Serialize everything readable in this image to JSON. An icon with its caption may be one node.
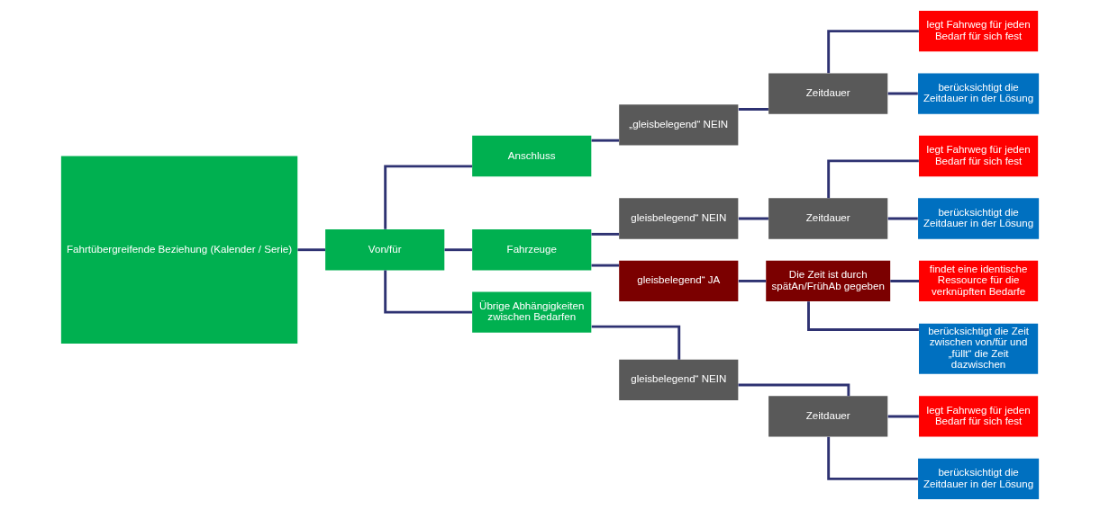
{
  "diagram": {
    "nodes": [
      {
        "text": [
          "Fahrtübergreifende Beziehung (Kalender / Serie)"
        ]
      },
      {
        "text": [
          "Von/für"
        ]
      },
      {
        "text": [
          "Anschluss"
        ]
      },
      {
        "text": [
          "Fahrzeuge"
        ]
      },
      {
        "text": [
          "Übrige Abhängigkeiten zwischen Bedarfen"
        ]
      },
      {
        "text": [
          "„gleisbelegend“ NEIN"
        ]
      },
      {
        "text": [
          "Zeitdauer"
        ]
      },
      {
        "text": [
          "legt Fahrweg für jeden Bedarf für sich fest"
        ]
      },
      {
        "text": [
          "berücksichtigt die Zeitdauer in der Lösung"
        ]
      },
      {
        "text": [
          "gleisbelegend“ NEIN"
        ]
      },
      {
        "text": [
          "Zeitdauer"
        ]
      },
      {
        "text": [
          "legt Fahrweg für jeden Bedarf für sich fest"
        ]
      },
      {
        "text": [
          "berücksichtigt die Zeitdauer in der Lösung"
        ]
      },
      {
        "text": [
          "gleisbelegend“ JA"
        ]
      },
      {
        "text": [
          "Die Zeit ist durch spätAn/FrühAb gegeben"
        ]
      },
      {
        "text": [
          "findet eine identische Ressource für die verknüpften Bedarfe"
        ]
      },
      {
        "text": [
          "berücksichtigt die Zeit zwischen von/für und „füllt“ die Zeit dazwischen"
        ]
      },
      {
        "text": [
          "gleisbelegend“ NEIN"
        ]
      },
      {
        "text": [
          "Zeitdauer"
        ]
      },
      {
        "text": [
          "legt Fahrweg für jeden Bedarf für sich fest"
        ]
      },
      {
        "text": [
          "berücksichtigt die Zeitdauer in der Lösung"
        ]
      }
    ],
    "edges": [
      {
        "from": 0,
        "to": 1,
        "arrow": "none"
      },
      {
        "from": 1,
        "to": 2,
        "arrow": "none"
      },
      {
        "from": 1,
        "to": 3,
        "arrow": "none"
      },
      {
        "from": 1,
        "to": 4,
        "arrow": "none"
      },
      {
        "from": 2,
        "to": 5,
        "arrow": "none"
      },
      {
        "from": 5,
        "to": 6,
        "arrow": "none"
      },
      {
        "from": 6,
        "to": 7,
        "arrow": "none"
      },
      {
        "from": 6,
        "to": 8,
        "arrow": "none"
      },
      {
        "from": 3,
        "to": 9,
        "arrow": "none"
      },
      {
        "from": 3,
        "to": 13,
        "arrow": "none"
      },
      {
        "from": 9,
        "to": 10,
        "arrow": "none"
      },
      {
        "from": 10,
        "to": 11,
        "arrow": "none"
      },
      {
        "from": 10,
        "to": 12,
        "arrow": "none"
      },
      {
        "from": 13,
        "to": 14,
        "arrow": "none"
      },
      {
        "from": 14,
        "to": 15,
        "arrow": "none"
      },
      {
        "from": 14,
        "to": 16,
        "arrow": "none"
      },
      {
        "from": 4,
        "to": 17,
        "arrow": "none"
      },
      {
        "from": 17,
        "to": 18,
        "arrow": "none"
      },
      {
        "from": 18,
        "to": 19,
        "arrow": "none"
      },
      {
        "from": 18,
        "to": 20,
        "arrow": "none"
      }
    ]
  }
}
